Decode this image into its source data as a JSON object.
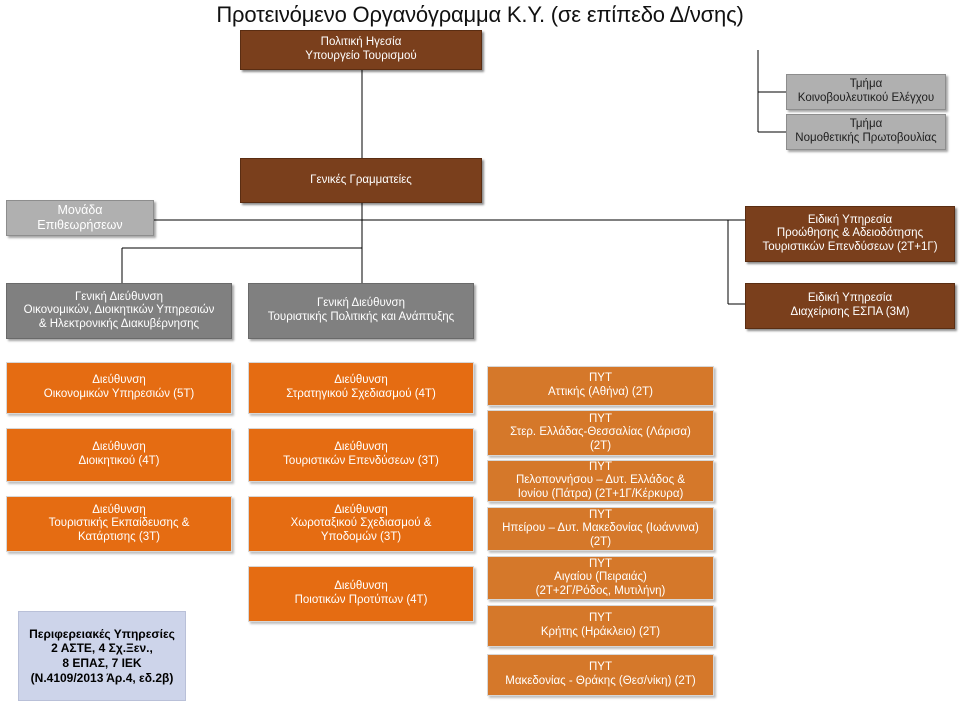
{
  "title": "Προτεινόμενο Οργανόγραμμα Κ.Υ. (σε επίπεδο Δ/νσης)",
  "leadership": [
    "Πολιτική Ηγεσία",
    "Υπουργείο Τουρισμού"
  ],
  "staff_units": [
    [
      "Τμήμα",
      "Κοινοβουλευτικού Ελέγχου"
    ],
    [
      "Τμήμα",
      "Νομοθετικής Πρωτοβουλίας"
    ]
  ],
  "general_secretariats": [
    "Γενικές Γραμματείες"
  ],
  "inspections_unit": [
    "Μονάδα",
    "Επιθεωρήσεων"
  ],
  "special_services": [
    [
      "Ειδική Υπηρεσία",
      "Προώθησης & Αδειοδότησης",
      "Τουριστικών Επενδύσεων (2Τ+1Γ)"
    ],
    [
      "Ειδική Υπηρεσία",
      "Διαχείρισης ΕΣΠΑ (3Μ)"
    ]
  ],
  "general_directorates": [
    [
      "Γενική Διεύθυνση",
      "Οικονομικών, Διοικητικών Υπηρεσιών",
      "& Ηλεκτρονικής Διακυβέρνησης"
    ],
    [
      "Γενική Διεύθυνση",
      "Τουριστικής Πολιτικής και Ανάπτυξης"
    ]
  ],
  "directorates_col1": [
    [
      "Διεύθυνση",
      "Οικονομικών Υπηρεσιών (5Τ)"
    ],
    [
      "Διεύθυνση",
      "Διοικητικού (4Τ)"
    ],
    [
      "Διεύθυνση",
      "Τουριστικής Εκπαίδευσης &",
      "Κατάρτισης (3Τ)"
    ]
  ],
  "directorates_col2": [
    [
      "Διεύθυνση",
      "Στρατηγικού Σχεδιασμού (4Τ)"
    ],
    [
      "Διεύθυνση",
      "Τουριστικών Επενδύσεων (3Τ)"
    ],
    [
      "Διεύθυνση",
      "Χωροταξικού Σχεδιασμού &",
      "Υποδομών (3Τ)"
    ],
    [
      "Διεύθυνση",
      "Ποιοτικών Προτύπων (4Τ)"
    ]
  ],
  "regional_services_note": [
    "Περιφερειακές Υπηρεσίες",
    "2 ΑΣΤΕ, 4 Σχ.Ξεν.,",
    "8 ΕΠΑΣ, 7 ΙΕΚ",
    "(Ν.4109/2013 Άρ.4, εδ.2β)"
  ],
  "pyt_offices": [
    [
      "ΠΥΤ",
      "Αττικής (Αθήνα) (2Τ)"
    ],
    [
      "ΠΥΤ",
      "Στερ. Ελλάδας-Θεσσαλίας (Λάρισα)",
      "(2Τ)"
    ],
    [
      "ΠΥΤ",
      "Πελοποννήσου – Δυτ. Ελλάδος &",
      "Ιονίου (Πάτρα) (2Τ+1Γ/Κέρκυρα)"
    ],
    [
      "ΠΥΤ",
      "Ηπείρου – Δυτ. Μακεδονίας (Ιωάννινα)",
      "(2Τ)"
    ],
    [
      "ΠΥΤ",
      "Αιγαίου (Πειραιάς)",
      "(2Τ+2Γ/Ρόδος, Μυτιλήνη)"
    ],
    [
      "ΠΥΤ",
      "Κρήτης (Ηράκλειο) (2Τ)"
    ],
    [
      "ΠΥΤ",
      "Μακεδονίας - Θράκης (Θεσ/νίκη) (2Τ)"
    ]
  ],
  "colors": {
    "leadership_bg": "#7a3f1c",
    "gray_box_bg": "#b0b0b0",
    "general_directorate_bg": "#808080",
    "directorate_bg": "#e56c12",
    "pyt_bg": "#d5782a",
    "regional_bg": "#cdd4ea",
    "connector": "#000000"
  }
}
